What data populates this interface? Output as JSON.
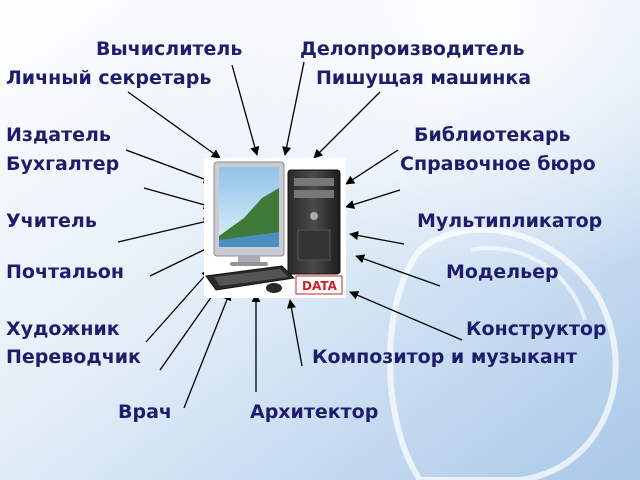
{
  "labels": {
    "calculator": "Вычислитель",
    "clerk": "Делопроизводитель",
    "secretary": "Личный секретарь",
    "typewriter": "Пишущая машинка",
    "publisher": "Издатель",
    "librarian": "Библиотекарь",
    "accountant": "Бухгалтер",
    "info_desk": "Справочное бюро",
    "teacher": "Учитель",
    "animator": "Мультипликатор",
    "postman": "Почтальон",
    "modeler": "Модельер",
    "artist": "Художник",
    "designer": "Конструктор",
    "translator": "Переводчик",
    "composer": "Композитор и музыкант",
    "doctor": "Врач",
    "architect": "Архитектор"
  },
  "logo_text": "DATA",
  "colors": {
    "label": "#1d1d6b",
    "arrow": "#000000",
    "bg_top": "#ffffff",
    "bg_mid": "#cfe2f3",
    "bg_bottom": "#a9c8e8"
  },
  "center_icon": "desktop-computer-icon"
}
